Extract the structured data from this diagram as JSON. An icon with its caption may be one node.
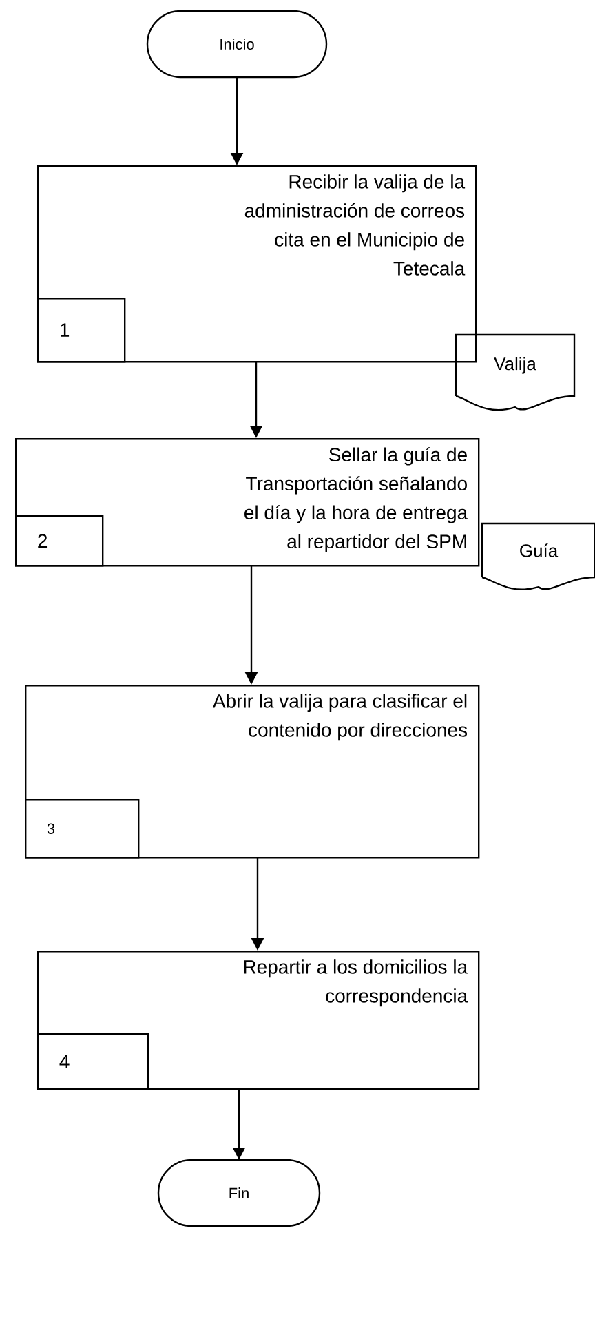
{
  "diagram": {
    "nodes": [
      {
        "text": [
          "Inicio"
        ]
      },
      {
        "text": [
          "Recibir la valija de la administración de correos cita en el Municipio de Tetecala"
        ]
      },
      {
        "text": [
          "1"
        ],
        "in": 1
      },
      {
        "text": [
          "Valija"
        ]
      },
      {
        "text": [
          "Sellar la guía de Transportación señalando el día y la hora de entrega al repartidor del SPM"
        ]
      },
      {
        "text": [
          "2"
        ],
        "in": 4
      },
      {
        "text": [
          "Guía"
        ]
      },
      {
        "text": [
          "Abrir la valija para clasificar el contenido por direcciones"
        ]
      },
      {
        "text": [
          "3"
        ],
        "in": 7
      },
      {
        "text": [
          "Repartir a los domicilios la correspondencia"
        ]
      },
      {
        "text": [
          "4"
        ],
        "in": 9
      },
      {
        "text": [
          "Fin"
        ]
      }
    ],
    "edges": [
      {
        "from": 0,
        "to": 1,
        "arrow": "to"
      },
      {
        "from": 1,
        "to": 4,
        "arrow": "to"
      },
      {
        "from": 4,
        "to": 7,
        "arrow": "to"
      },
      {
        "from": 7,
        "to": 9,
        "arrow": "to"
      },
      {
        "from": 9,
        "to": 11,
        "arrow": "to"
      }
    ]
  }
}
